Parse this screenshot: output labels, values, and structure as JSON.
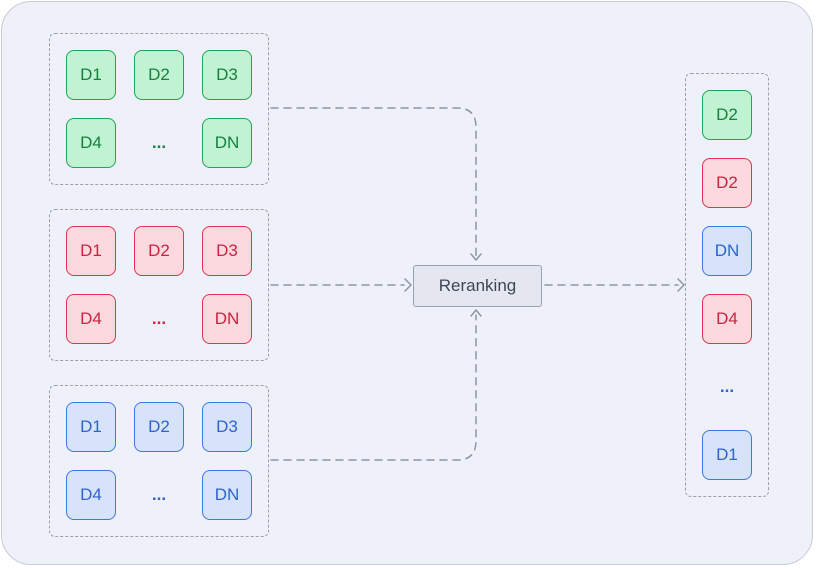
{
  "groups": [
    {
      "color": "green",
      "row1": [
        "D1",
        "D2",
        "D3"
      ],
      "row2": [
        "D4",
        "...",
        "DN"
      ]
    },
    {
      "color": "red",
      "row1": [
        "D1",
        "D2",
        "D3"
      ],
      "row2": [
        "D4",
        "...",
        "DN"
      ]
    },
    {
      "color": "blue",
      "row1": [
        "D1",
        "D2",
        "D3"
      ],
      "row2": [
        "D4",
        "...",
        "DN"
      ]
    }
  ],
  "reranker": {
    "label": "Reranking"
  },
  "output": {
    "items": [
      {
        "label": "D2",
        "color": "green"
      },
      {
        "label": "D2",
        "color": "red"
      },
      {
        "label": "DN",
        "color": "blue"
      },
      {
        "label": "D4",
        "color": "red"
      },
      {
        "label": "...",
        "color": "blue"
      },
      {
        "label": "D1",
        "color": "blue"
      }
    ]
  },
  "colors": {
    "green": "#23a455",
    "red": "#e0344f",
    "blue": "#3c78e6",
    "connector": "#8f95a3"
  }
}
